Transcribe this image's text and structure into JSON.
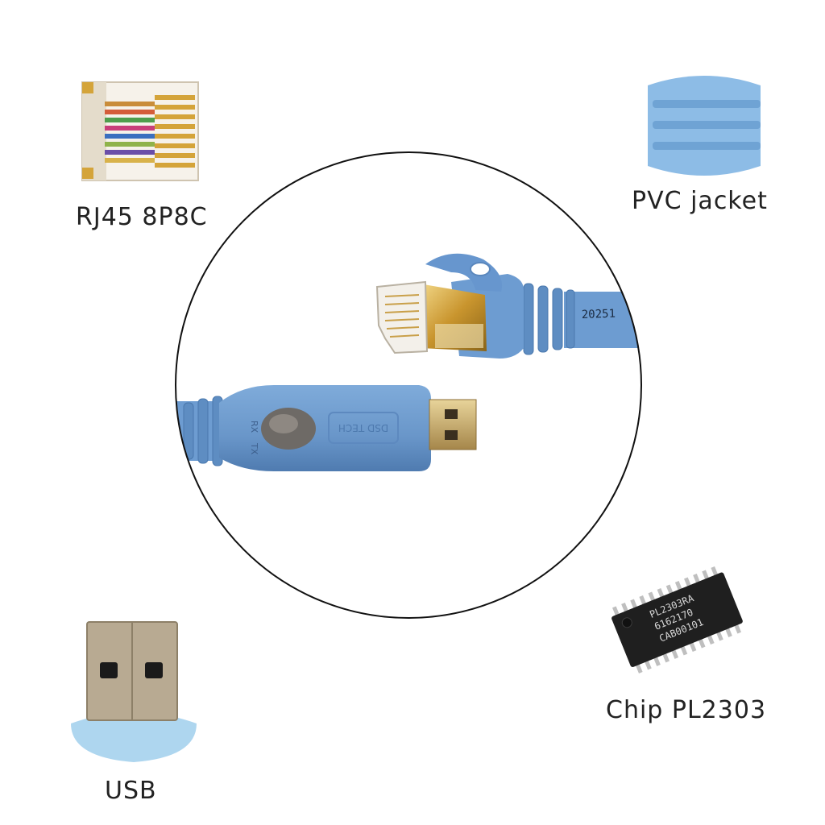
{
  "features": [
    {
      "id": "rj45",
      "label": "RJ45 8P8C",
      "icon": "rj45-connector-icon"
    },
    {
      "id": "pvc",
      "label": "PVC jacket",
      "icon": "pvc-jacket-icon"
    },
    {
      "id": "usb",
      "label": "USB",
      "icon": "usb-plug-icon"
    },
    {
      "id": "chip",
      "label": "Chip PL2303",
      "icon": "chip-icon"
    }
  ],
  "center": {
    "cable_print": "20251",
    "usb_body_text": "DSD TECH",
    "led_labels": [
      "RX",
      "TX"
    ],
    "chip_marking": [
      "PL2303RA",
      "6162170",
      "CAB00101"
    ]
  },
  "colors": {
    "cable_blue": "#6d9cd1",
    "cable_dark": "#4f7fb5",
    "jacket_light": "#8dbce6",
    "usb_metal": "#b8aa92",
    "gold": "#d4a43a",
    "chip_black": "#1f1f1f",
    "circle": "#111111"
  }
}
